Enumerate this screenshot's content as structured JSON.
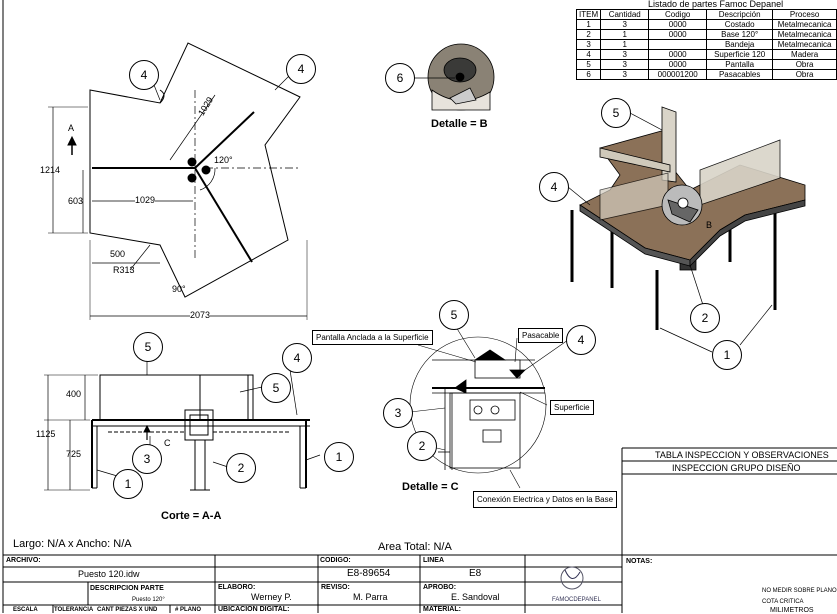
{
  "parts_list": {
    "title": "Listado de partes Famoc Depanel",
    "headers": [
      "ITEM",
      "Cantidad",
      "Codigo",
      "Descripción",
      "Proceso"
    ],
    "rows": [
      [
        "1",
        "3",
        "0000",
        "Costado",
        "Metalmecanica"
      ],
      [
        "2",
        "1",
        "0000",
        "Base 120°",
        "Metalmecanica"
      ],
      [
        "3",
        "1",
        "",
        "Bandeja",
        "Metalmecanica"
      ],
      [
        "4",
        "3",
        "0000",
        "Superficie 120",
        "Madera"
      ],
      [
        "5",
        "3",
        "0000",
        "Pantalla",
        "Obra"
      ],
      [
        "6",
        "3",
        "000001200",
        "Pasacables",
        "Obra"
      ]
    ]
  },
  "top_view": {
    "section_mark": "A",
    "dims": {
      "d1214": "1214",
      "d603": "603",
      "d1029": "1029",
      "d1029_diag": "1029",
      "d500": "500",
      "r313": "R313",
      "d2073": "2073",
      "angle120": "120°",
      "angle90": "90°"
    },
    "balloons": [
      "4",
      "4"
    ]
  },
  "detail_b": {
    "title": "Detalle = B",
    "balloon": "6"
  },
  "iso_view": {
    "balloons": [
      "5",
      "4",
      "2",
      "1"
    ],
    "label_b": "B"
  },
  "section_view": {
    "title": "Corte = A-A",
    "dims": {
      "d400": "400",
      "d1125": "1125",
      "d725": "725"
    },
    "label_c": "C",
    "balloons": [
      "5",
      "4",
      "5",
      "3",
      "2",
      "1",
      "1"
    ]
  },
  "detail_c": {
    "title": "Detalle = C",
    "callouts": {
      "pantalla": "Pantalla Anclada a la Superficie",
      "pasacable": "Pasacable",
      "superficie": "Superficie",
      "conexion": "Conexión Electrica y Datos en la Base"
    },
    "balloons": [
      "5",
      "4",
      "3",
      "2"
    ]
  },
  "info": {
    "largo_ancho": "Largo: N/A x Ancho: N/A",
    "area_total": "Area Total: N/A"
  },
  "inspection": {
    "title": "TABLA INSPECCION Y OBSERVACIONES",
    "subtitle": "INSPECCION GRUPO DISEÑO"
  },
  "title_block": {
    "archivo_label": "ARCHIVO:",
    "archivo": "Puesto 120.idw",
    "codigo_label": "CODIGO:",
    "codigo": "E8-89654",
    "linea_label": "LINEA",
    "linea": "E8",
    "desc_label": "DESCRIPCION PARTE",
    "desc": "Puesto 120°",
    "elaboro_label": "ELABORO:",
    "elaboro": "Werney P.",
    "reviso_label": "REVISO:",
    "reviso": "M. Parra",
    "aprobo_label": "APROBO:",
    "aprobo": "E. Sandoval",
    "escala_label": "ESCALA",
    "tolerancia_label": "TOLERANCIA",
    "cant_label": "CANT PIEZAS X UND",
    "plano_label": "# PLANO",
    "ubicacion_label": "UBICACION DIGITAL:",
    "material_label": "MATERIAL:",
    "logo_text": "FAMOCDEPANEL",
    "notas_label": "NOTAS:",
    "nota1": "NO MEDIR SOBRE PLANO",
    "nota2": "COTA CRITICA",
    "unidades": "MILIMETROS"
  }
}
